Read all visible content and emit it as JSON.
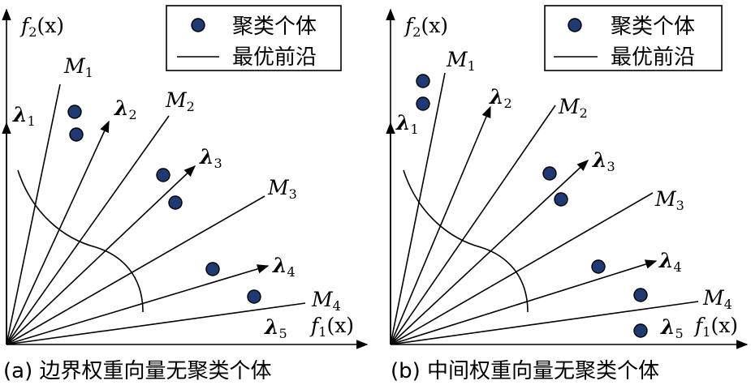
{
  "panels": [
    {
      "axis_x": {
        "base": "f",
        "sub": "1",
        "tail": "(x)"
      },
      "axis_y": {
        "base": "f",
        "sub": "2",
        "tail": "(x)"
      },
      "legend": {
        "individual": "聚类个体",
        "front": "最优前沿"
      },
      "lambda_labels": [
        {
          "base": "λ",
          "sub": "1"
        },
        {
          "base": "λ",
          "sub": "2"
        },
        {
          "base": "λ",
          "sub": "3"
        },
        {
          "base": "λ",
          "sub": "4"
        },
        {
          "base": "λ",
          "sub": "5"
        }
      ],
      "m_labels": [
        {
          "base": "M",
          "sub": "1"
        },
        {
          "base": "M",
          "sub": "2"
        },
        {
          "base": "M",
          "sub": "3"
        },
        {
          "base": "M",
          "sub": "4"
        }
      ],
      "caption": "(a) 边界权重向量无聚类个体"
    },
    {
      "axis_x": {
        "base": "f",
        "sub": "1",
        "tail": "(x)"
      },
      "axis_y": {
        "base": "f",
        "sub": "2",
        "tail": "(x)"
      },
      "legend": {
        "individual": "聚类个体",
        "front": "最优前沿"
      },
      "lambda_labels": [
        {
          "base": "λ",
          "sub": "1"
        },
        {
          "base": "λ",
          "sub": "2"
        },
        {
          "base": "λ",
          "sub": "3"
        },
        {
          "base": "λ",
          "sub": "4"
        },
        {
          "base": "λ",
          "sub": "5"
        }
      ],
      "m_labels": [
        {
          "base": "M",
          "sub": "1"
        },
        {
          "base": "M",
          "sub": "2"
        },
        {
          "base": "M",
          "sub": "3"
        },
        {
          "base": "M",
          "sub": "4"
        }
      ],
      "caption": "(b) 中间权重向量无聚类个体"
    }
  ],
  "colors": {
    "dot_fill": "#1f3a73",
    "stroke": "#000000"
  }
}
